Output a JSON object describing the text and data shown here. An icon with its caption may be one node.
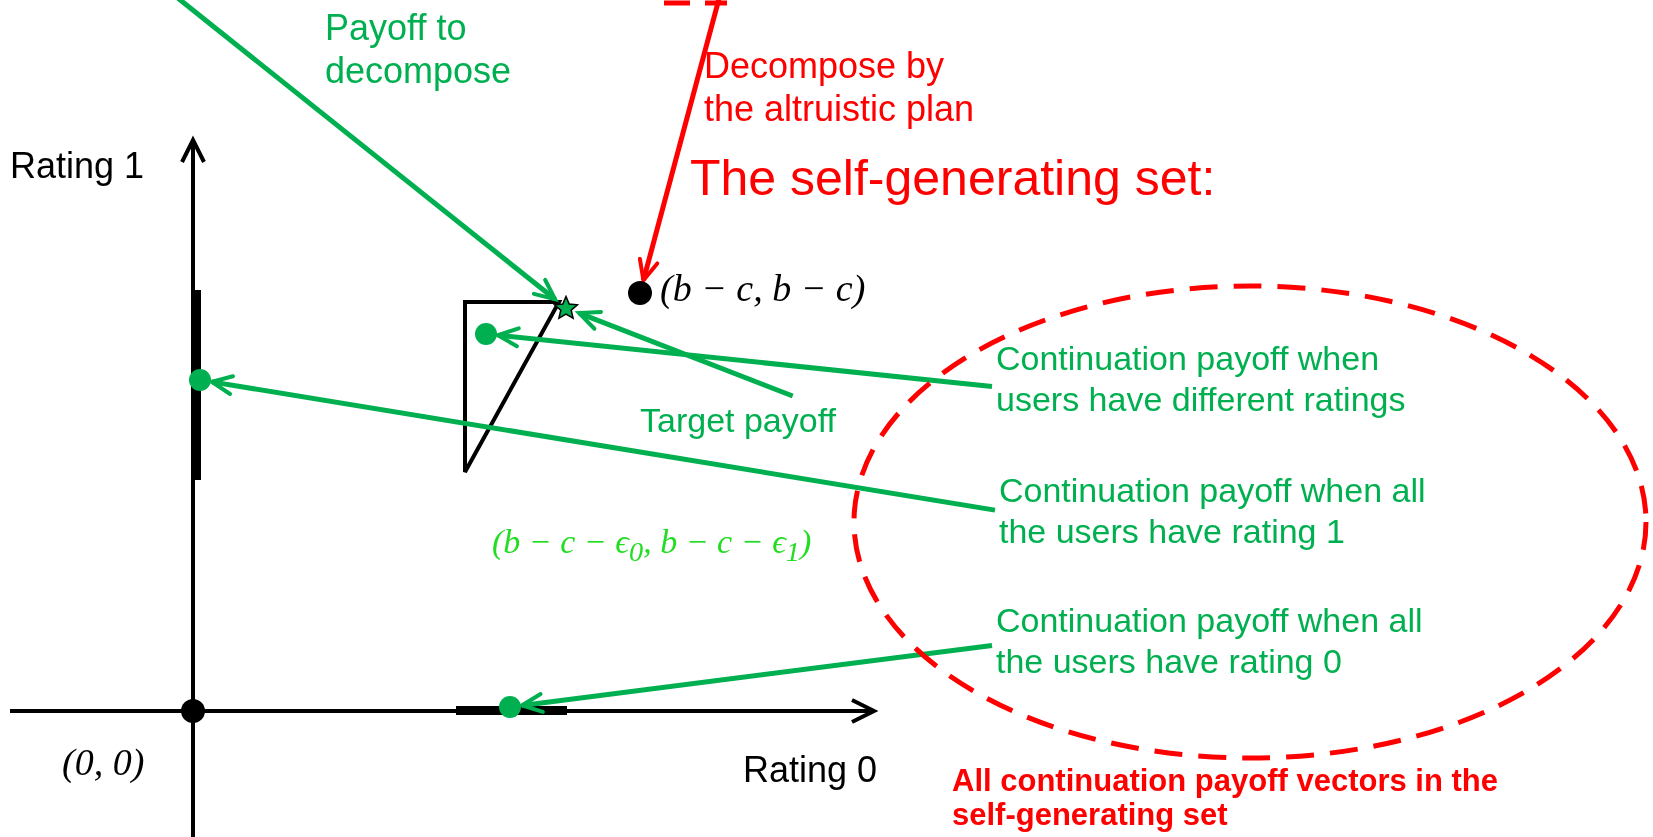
{
  "diagram": {
    "title": "The self-generating set:",
    "nodes": [
      {
        "text": [],
        "shape": "star"
      },
      {
        "text": [],
        "shape": "circle",
        "beside": [
          "(b − c, b − c)"
        ]
      },
      {
        "text": [],
        "shape": "circle"
      },
      {
        "text": [],
        "shape": "circle"
      },
      {
        "text": [],
        "shape": "circle"
      },
      {
        "text": [],
        "shape": "circle",
        "beside": [
          "(0, 0)"
        ]
      },
      {
        "text": [
          "Target payoff"
        ],
        "beside": [
          "(b − c − ϵ$_{0}$, b − c − ϵ$_{1}$)"
        ]
      },
      {
        "text": [],
        "shape": "ellipse",
        "beside": [
          "All continuation payoff vectors in the self-generating set"
        ]
      },
      {
        "text": [
          "Continuation payoff when users have different ratings"
        ],
        "in": 7
      },
      {
        "text": [
          "Continuation payoff when all the users have rating 1"
        ],
        "in": 7
      },
      {
        "text": [
          "Continuation payoff when all the users have rating 0"
        ],
        "in": 7
      }
    ],
    "edges": [
      {
        "from": null,
        "to": 0,
        "arrow": "to",
        "label": "Payoff to decompose"
      },
      {
        "from": null,
        "to": 1,
        "arrow": "to",
        "label": "Decompose by the altruistic plan",
        "color": "#ff0000"
      },
      {
        "from": 6,
        "to": 0,
        "arrow": "to"
      },
      {
        "from": 8,
        "to": 2,
        "arrow": "to"
      },
      {
        "from": 9,
        "to": 3,
        "arrow": "to"
      },
      {
        "from": 10,
        "to": 4,
        "arrow": "to"
      }
    ],
    "labels": [
      "Rating 1",
      "Rating 0"
    ]
  }
}
